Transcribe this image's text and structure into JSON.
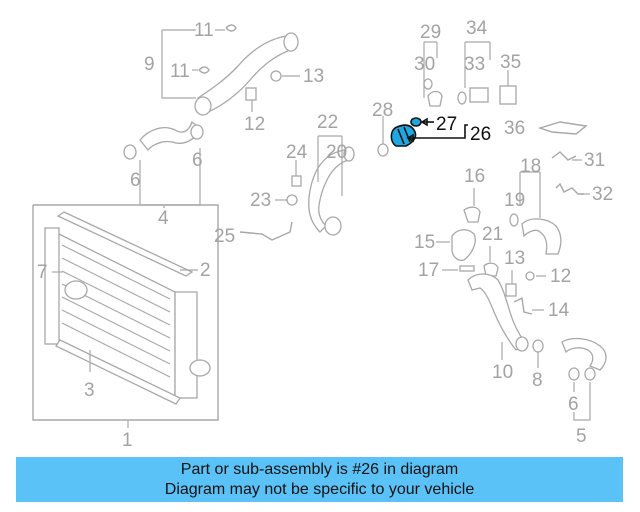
{
  "diagram": {
    "callouts": {
      "n1": "1",
      "n2": "2",
      "n3": "3",
      "n4": "4",
      "n5": "5",
      "n6a": "6",
      "n6b": "6",
      "n6c": "6",
      "n7": "7",
      "n8": "8",
      "n9": "9",
      "n10": "10",
      "n11a": "11",
      "n11b": "11",
      "n12a": "12",
      "n12b": "12",
      "n13a": "13",
      "n13b": "13",
      "n14": "14",
      "n15": "15",
      "n16": "16",
      "n17": "17",
      "n18": "18",
      "n19": "19",
      "n20": "20",
      "n21": "21",
      "n22": "22",
      "n23": "23",
      "n24": "24",
      "n25": "25",
      "n26": "26",
      "n27": "27",
      "n28": "28",
      "n29": "29",
      "n30": "30",
      "n31": "31",
      "n32": "32",
      "n33": "33",
      "n34": "34",
      "n35": "35",
      "n36": "36"
    },
    "highlight_color": "#1ea7e0"
  },
  "banner": {
    "line1": "Part or sub-assembly is #26 in diagram",
    "line2": "Diagram may not be specific to your vehicle",
    "background": "#5bc2f7"
  }
}
